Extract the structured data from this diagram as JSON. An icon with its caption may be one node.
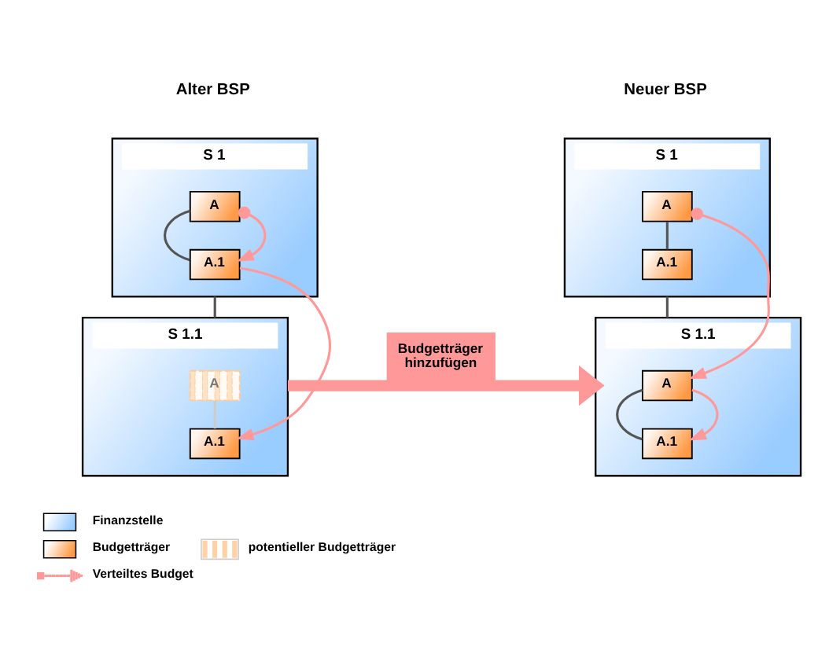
{
  "diagram": {
    "nodes": [
      {
        "text": [
          "S 1"
        ]
      },
      {
        "text": [
          "A"
        ],
        "in": 0
      },
      {
        "text": [
          "A.1"
        ],
        "in": 0
      },
      {
        "text": [
          "S 1.1"
        ]
      },
      {
        "text": [
          "A"
        ],
        "in": 3
      },
      {
        "text": [
          "A.1"
        ],
        "in": 3
      },
      {
        "text": [
          "S 1"
        ]
      },
      {
        "text": [
          "A"
        ],
        "in": 6
      },
      {
        "text": [
          "A.1"
        ],
        "in": 6
      },
      {
        "text": [
          "S 1.1"
        ]
      },
      {
        "text": [
          "A"
        ],
        "in": 9
      },
      {
        "text": [
          "A.1"
        ],
        "in": 9
      }
    ],
    "edges": [
      {
        "from": 1,
        "to": 2,
        "arrow": "none"
      },
      {
        "from": 1,
        "to": 2,
        "arrow": "to",
        "color": "#ff9999"
      },
      {
        "from": 0,
        "to": 3,
        "arrow": "none"
      },
      {
        "from": 2,
        "to": 5,
        "arrow": "to",
        "color": "#ff9999"
      },
      {
        "from": 4,
        "to": 5,
        "arrow": "none",
        "color": "#cccccc"
      },
      {
        "from": 3,
        "to": 9,
        "arrow": "to",
        "label": "Budgetträger hinzufügen",
        "style": "thick",
        "color": "#ff9999"
      },
      {
        "from": 7,
        "to": 8,
        "arrow": "none"
      },
      {
        "from": 7,
        "to": 10,
        "arrow": "to",
        "color": "#ff9999"
      },
      {
        "from": 6,
        "to": 9,
        "arrow": "none"
      },
      {
        "from": 10,
        "to": 11,
        "arrow": "none"
      },
      {
        "from": 10,
        "to": 11,
        "arrow": "to",
        "color": "#ff9999"
      }
    ],
    "labels": [
      "Alter BSP",
      "Neuer BSP"
    ],
    "legend": [
      {
        "text": "Finanzstelle",
        "color": "#99ccff"
      },
      {
        "text": "Budgetträger",
        "color": "#ff9944"
      },
      {
        "text": "potentieller Budgetträger"
      },
      {
        "text": "Verteiltes Budget"
      }
    ]
  }
}
